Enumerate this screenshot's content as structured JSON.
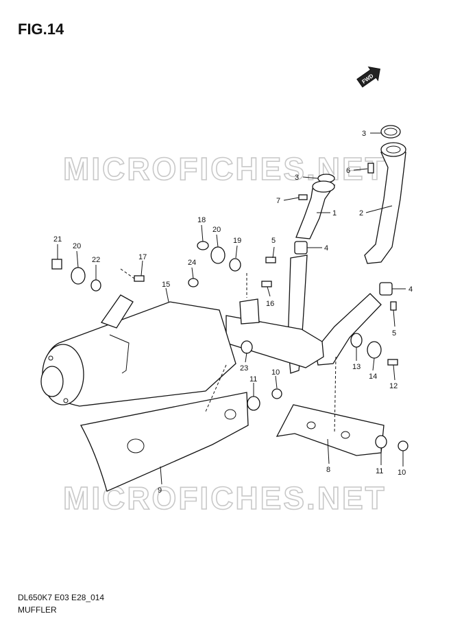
{
  "figure": {
    "title": "FIG.14",
    "code": "DL650K7 E03 E28_014",
    "name": "MUFFLER",
    "fwd_label": "FWD",
    "watermark": "MICROFICHES.NET"
  },
  "callouts": [
    {
      "num": "3"
    },
    {
      "num": "6"
    },
    {
      "num": "3"
    },
    {
      "num": "7"
    },
    {
      "num": "1"
    },
    {
      "num": "2"
    },
    {
      "num": "5"
    },
    {
      "num": "4"
    },
    {
      "num": "18"
    },
    {
      "num": "20"
    },
    {
      "num": "19"
    },
    {
      "num": "21"
    },
    {
      "num": "20"
    },
    {
      "num": "22"
    },
    {
      "num": "17"
    },
    {
      "num": "24"
    },
    {
      "num": "16"
    },
    {
      "num": "15"
    },
    {
      "num": "4"
    },
    {
      "num": "5"
    },
    {
      "num": "23"
    },
    {
      "num": "13"
    },
    {
      "num": "14"
    },
    {
      "num": "12"
    },
    {
      "num": "11"
    },
    {
      "num": "10"
    },
    {
      "num": "8"
    },
    {
      "num": "11"
    },
    {
      "num": "10"
    },
    {
      "num": "9"
    }
  ]
}
